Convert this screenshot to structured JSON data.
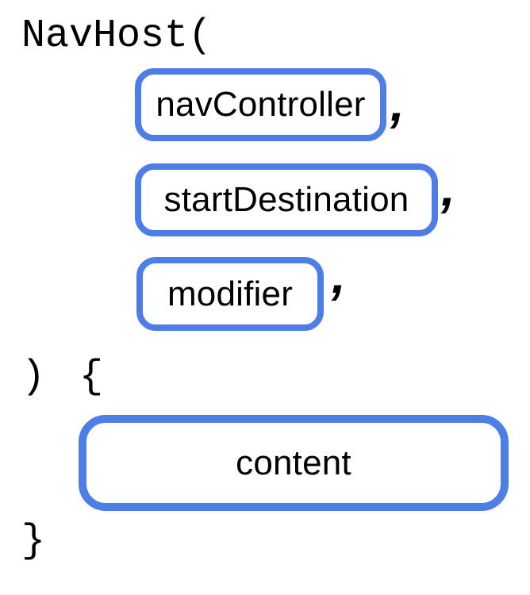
{
  "diagram": {
    "background": "#ffffff",
    "accent_blue": "#4d7ee8",
    "text_color": "#000000",
    "code": {
      "function_call": "NavHost(",
      "close_paren": ")",
      "open_brace": "{",
      "close_brace": "}",
      "comma": ","
    },
    "parameters": [
      {
        "label": "navController"
      },
      {
        "label": "startDestination"
      },
      {
        "label": "modifier"
      }
    ],
    "trailing_lambda": {
      "label": "content"
    }
  }
}
